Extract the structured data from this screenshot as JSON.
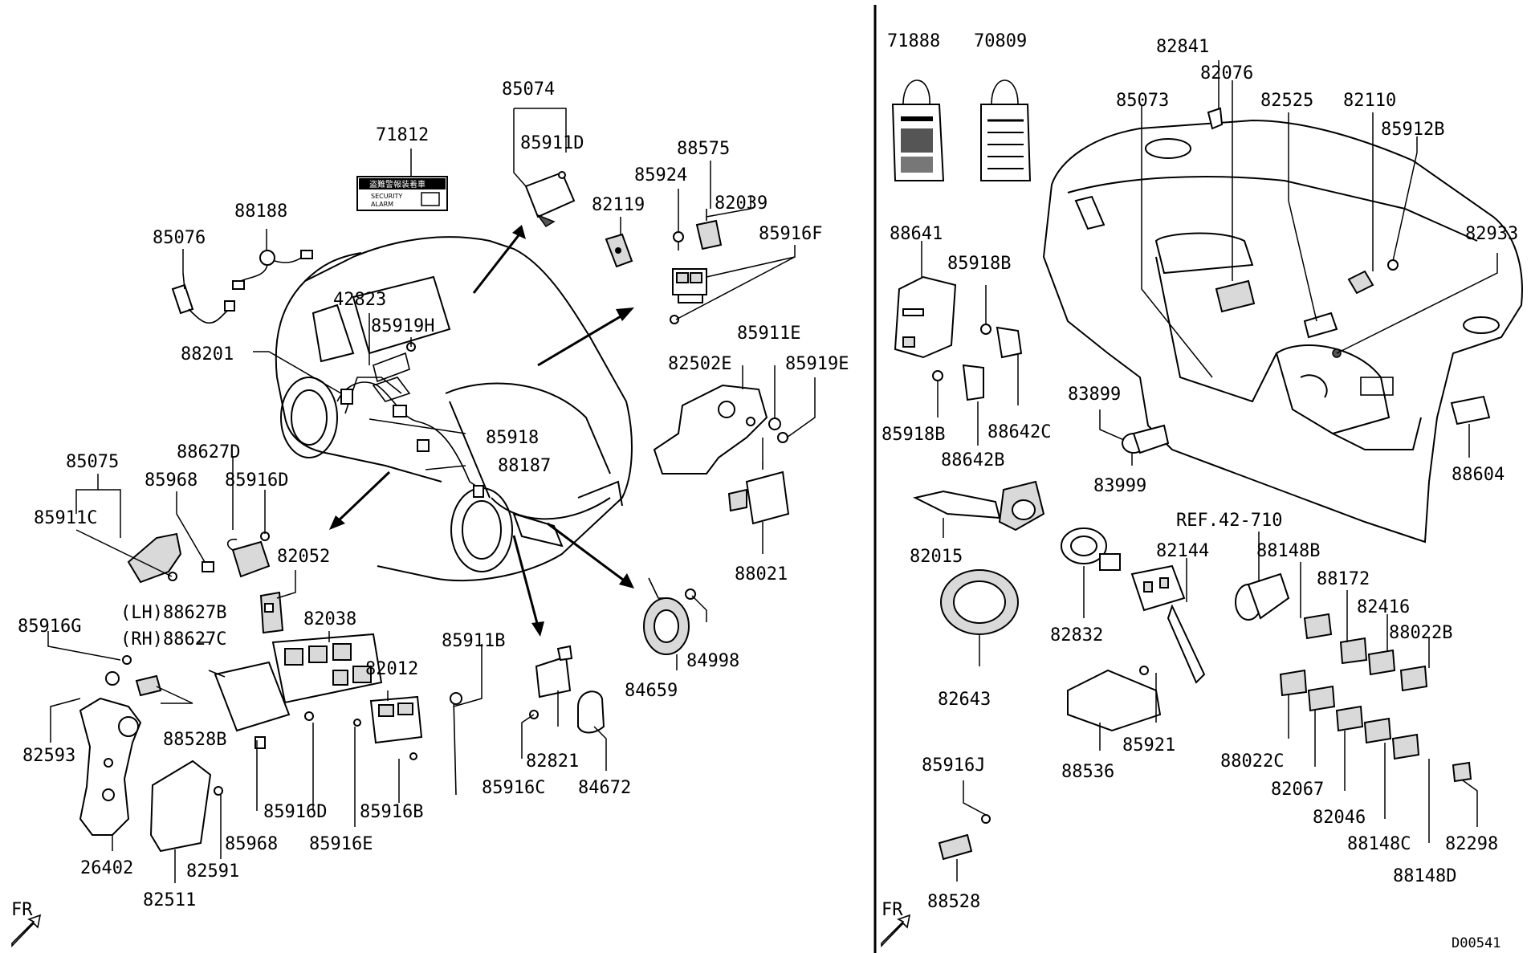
{
  "labels": {
    "l71812": "71812",
    "l85074": "85074",
    "l85911D": "85911D",
    "l88188": "88188",
    "l85076": "85076",
    "l88575": "88575",
    "l85924": "85924",
    "l82119": "82119",
    "l82039": "82039",
    "l85916F": "85916F",
    "l42823": "42823",
    "l85919H": "85919H",
    "l88201": "88201",
    "l85918": "85918",
    "l88187": "88187",
    "l85911E": "85911E",
    "l82502E": "82502E",
    "l85919E": "85919E",
    "l85075": "85075",
    "l88627D": "88627D",
    "l85968a": "85968",
    "l85916Da": "85916D",
    "l85911C": "85911C",
    "l82052": "82052",
    "l88627B": "(LH)88627B",
    "l88627C": "(RH)88627C",
    "l85916G": "85916G",
    "l82038": "82038",
    "l85911B": "85911B",
    "l88021": "88021",
    "l82012": "82012",
    "l84659": "84659",
    "l84998": "84998",
    "l82593": "82593",
    "l88528B": "88528B",
    "l82821": "82821",
    "l85916Db": "85916D",
    "l85916B": "85916B",
    "l85916C": "85916C",
    "l84672": "84672",
    "l85968b": "85968",
    "l85916E": "85916E",
    "l26402": "26402",
    "l82591": "82591",
    "l82511": "82511",
    "l71888": "71888",
    "l70809": "70809",
    "l82841": "82841",
    "l82076": "82076",
    "l85073": "85073",
    "l82525": "82525",
    "l82110": "82110",
    "l85912B": "85912B",
    "l88641": "88641",
    "l85918Ba": "85918B",
    "l82933": "82933",
    "l83899": "83899",
    "l85918Bb": "85918B",
    "l88642C": "88642C",
    "l88642B": "88642B",
    "l83999": "83999",
    "l88604": "88604",
    "l82015": "82015",
    "lREF": "REF.42-710",
    "l82144": "82144",
    "l88148B": "88148B",
    "l88172": "88172",
    "l82416": "82416",
    "l88022B": "88022B",
    "l82832": "82832",
    "l82643": "82643",
    "l85921": "85921",
    "l88536": "88536",
    "l88022C": "88022C",
    "l82067": "82067",
    "l82046": "82046",
    "l88148C": "88148C",
    "l88148D": "88148D",
    "l82298": "82298",
    "l85916J": "85916J",
    "l88528": "88528",
    "frLeft": "FR",
    "frRight": "FR",
    "diagramId": "D00541"
  },
  "badge71812": {
    "line1": "盗難警報装着車",
    "line2": "SECURITY",
    "line3": "ALARM"
  }
}
